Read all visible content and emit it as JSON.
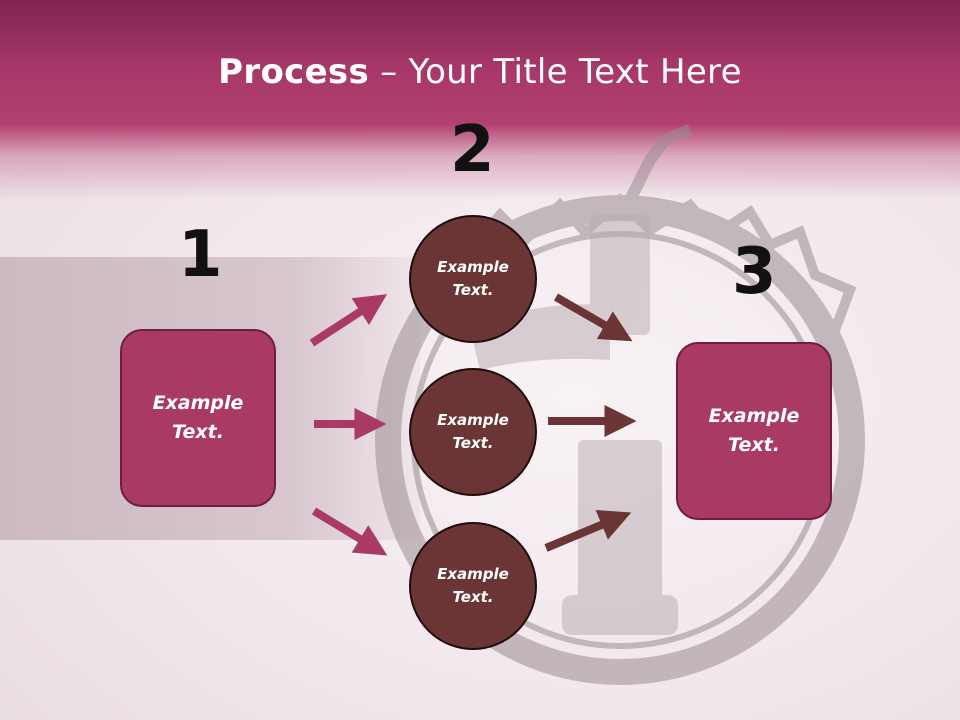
{
  "title": {
    "bold": "Process",
    "rest": " – Your Title Text Here"
  },
  "numbers": [
    "1",
    "2",
    "3"
  ],
  "boxes": {
    "left": {
      "line1": "Example",
      "line2": "Text."
    },
    "right": {
      "line1": "Example",
      "line2": "Text."
    }
  },
  "circles": [
    {
      "line1": "Example",
      "line2": "Text."
    },
    {
      "line1": "Example",
      "line2": "Text."
    },
    {
      "line1": "Example",
      "line2": "Text."
    }
  ],
  "colors": {
    "header": "#a8386a",
    "box_fill": "#a93a65",
    "circle_fill": "#6b3535",
    "arrow_pink": "#a93a65",
    "arrow_brown": "#6b3535"
  }
}
